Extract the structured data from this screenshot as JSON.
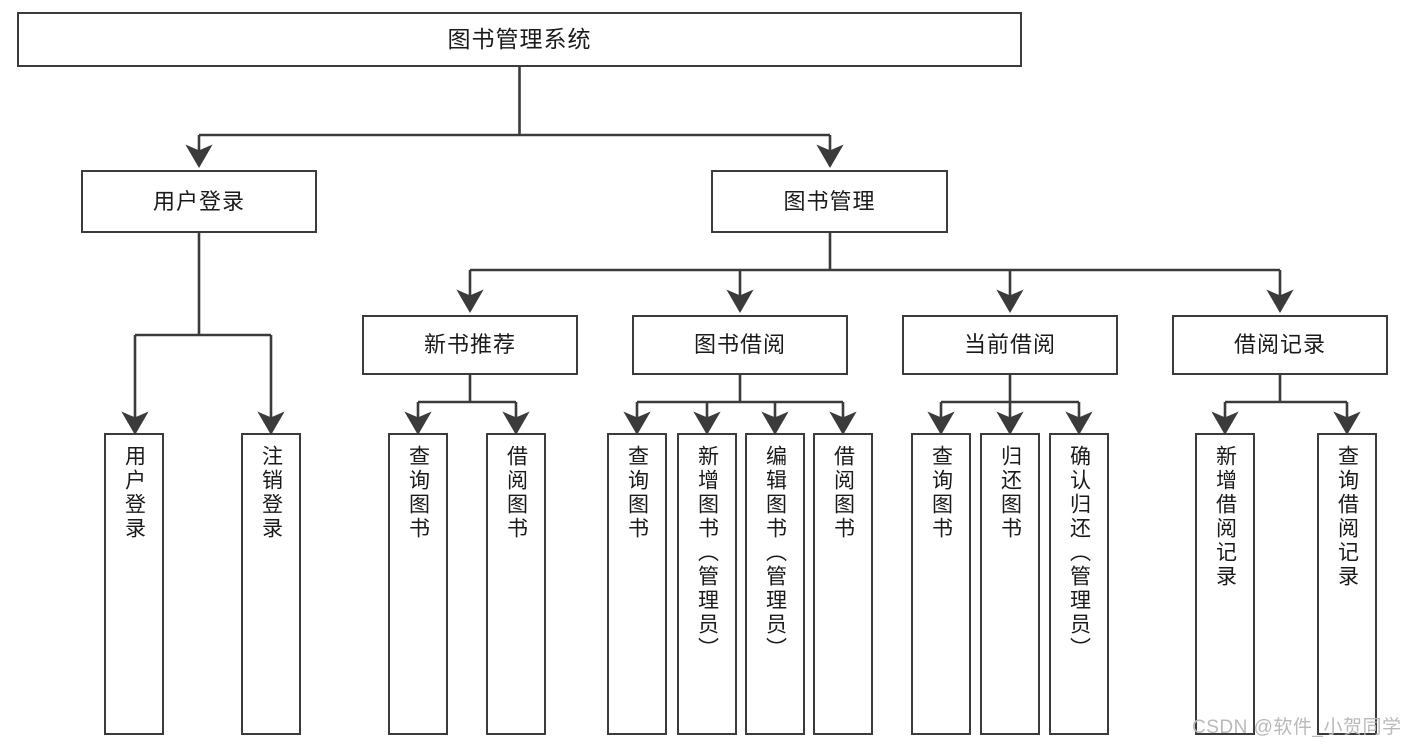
{
  "diagram": {
    "title": "图书管理系统",
    "type": "tree-hierarchy-chart",
    "colors": {
      "box_border": "#3b3b3b",
      "box_fill": "#ffffff",
      "edge": "#3b3b3b",
      "text": "#1a1a1a",
      "watermark": "#b9b9b9",
      "background": "#ffffff"
    },
    "root": {
      "label": "图书管理系统"
    },
    "level2": [
      {
        "label": "用户登录"
      },
      {
        "label": "图书管理"
      }
    ],
    "level3": [
      {
        "label": "新书推荐"
      },
      {
        "label": "图书借阅"
      },
      {
        "label": "当前借阅"
      },
      {
        "label": "借阅记录"
      }
    ],
    "leaves": [
      {
        "label": "用户登录"
      },
      {
        "label": "注销登录"
      },
      {
        "label": "查询图书"
      },
      {
        "label": "借阅图书"
      },
      {
        "label": "查询图书"
      },
      {
        "label": "新增图书（管理员）"
      },
      {
        "label": "编辑图书（管理员）"
      },
      {
        "label": "借阅图书"
      },
      {
        "label": "查询图书"
      },
      {
        "label": "归还图书"
      },
      {
        "label": "确认归还（管理员）"
      },
      {
        "label": "新增借阅记录"
      },
      {
        "label": "查询借阅记录"
      }
    ]
  },
  "watermark": {
    "text": "CSDN @软件_小贺同学"
  }
}
